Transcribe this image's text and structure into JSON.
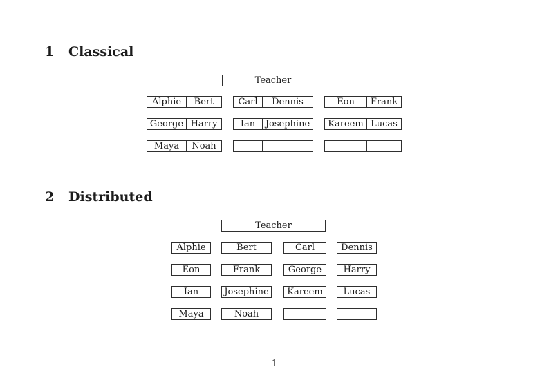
{
  "page": {
    "page_number": "1"
  },
  "colors": {
    "background": "#ffffff",
    "border": "#2f2f2f",
    "text": "#1c1c1c"
  },
  "sections": [
    {
      "number": "1",
      "title": "Classical",
      "teacher_label": "Teacher",
      "desk_rows": [
        [
          [
            "Alphie",
            "Bert"
          ],
          [
            "Carl",
            "Dennis"
          ],
          [
            "Eon",
            "Frank"
          ]
        ],
        [
          [
            "George",
            "Harry"
          ],
          [
            "Ian",
            "Josephine"
          ],
          [
            "Kareem",
            "Lucas"
          ]
        ],
        [
          [
            "Maya",
            "Noah"
          ],
          [
            "",
            ""
          ],
          [
            "",
            ""
          ]
        ]
      ]
    },
    {
      "number": "2",
      "title": "Distributed",
      "teacher_label": "Teacher",
      "desk_rows": [
        [
          "Alphie",
          "Bert",
          "Carl",
          "Dennis"
        ],
        [
          "Eon",
          "Frank",
          "George",
          "Harry"
        ],
        [
          "Ian",
          "Josephine",
          "Kareem",
          "Lucas"
        ],
        [
          "Maya",
          "Noah",
          "",
          ""
        ]
      ]
    }
  ]
}
